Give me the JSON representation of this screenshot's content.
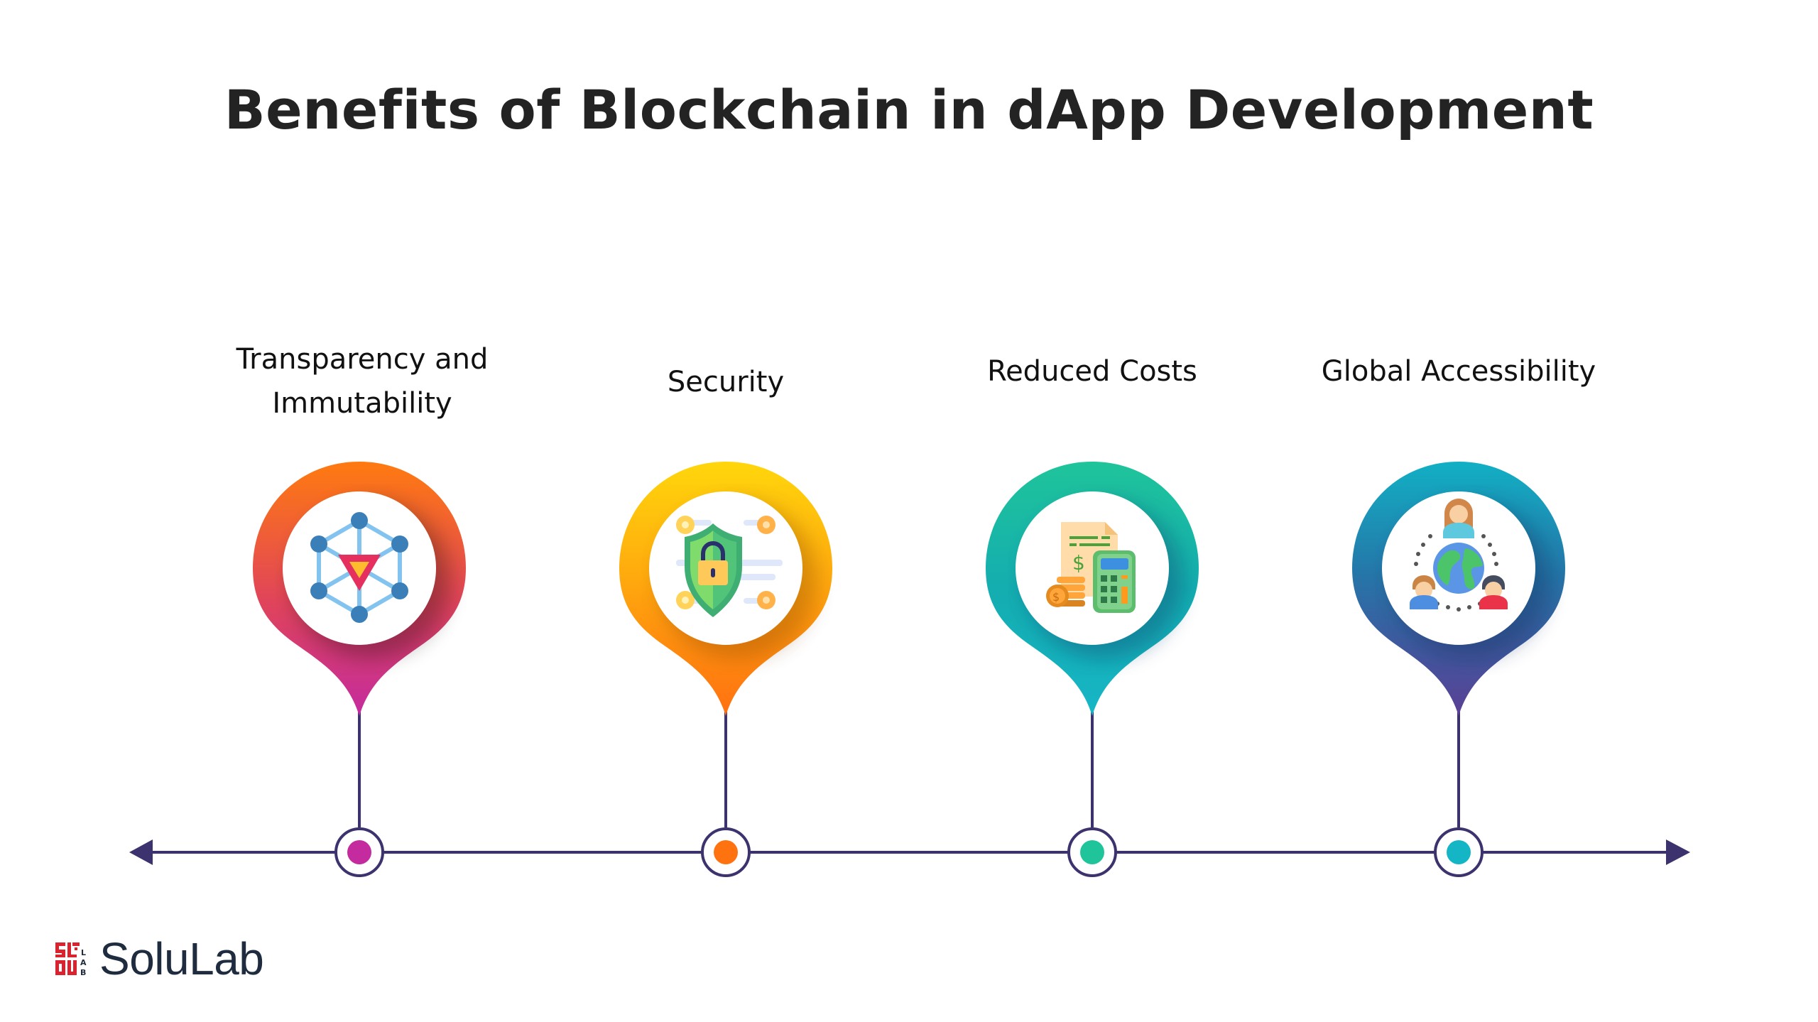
{
  "title": "Benefits of Blockchain in dApp Development",
  "colors": {
    "timeline": "#3c336e",
    "title_text": "#232323",
    "logo_red": "#d9232e",
    "logo_text": "#1f2b3e"
  },
  "benefits": [
    {
      "label_line1": "Transparency and",
      "label_line2": "Immutability",
      "icon": "blockchain-network-icon",
      "gradient_top": "#ff7a10",
      "gradient_bottom": "#c42b9e",
      "node_dot": "#c42b9e"
    },
    {
      "label_line1": "Security",
      "label_line2": "",
      "icon": "shield-lock-icon",
      "gradient_top": "#ffd20c",
      "gradient_bottom": "#ff7210",
      "node_dot": "#ff7210"
    },
    {
      "label_line1": "Reduced Costs",
      "label_line2": "",
      "icon": "calculator-coins-icon",
      "gradient_top": "#1fc49a",
      "gradient_bottom": "#16b3c4",
      "node_dot": "#1fc49a"
    },
    {
      "label_line1": "Global Accessibility",
      "label_line2": "",
      "icon": "global-people-icon",
      "gradient_top": "#12aec4",
      "gradient_bottom": "#5a3f95",
      "node_dot": "#14b6c6"
    }
  ],
  "logo": {
    "text": "SoluLab",
    "mark": "solulab-logo-mark"
  }
}
